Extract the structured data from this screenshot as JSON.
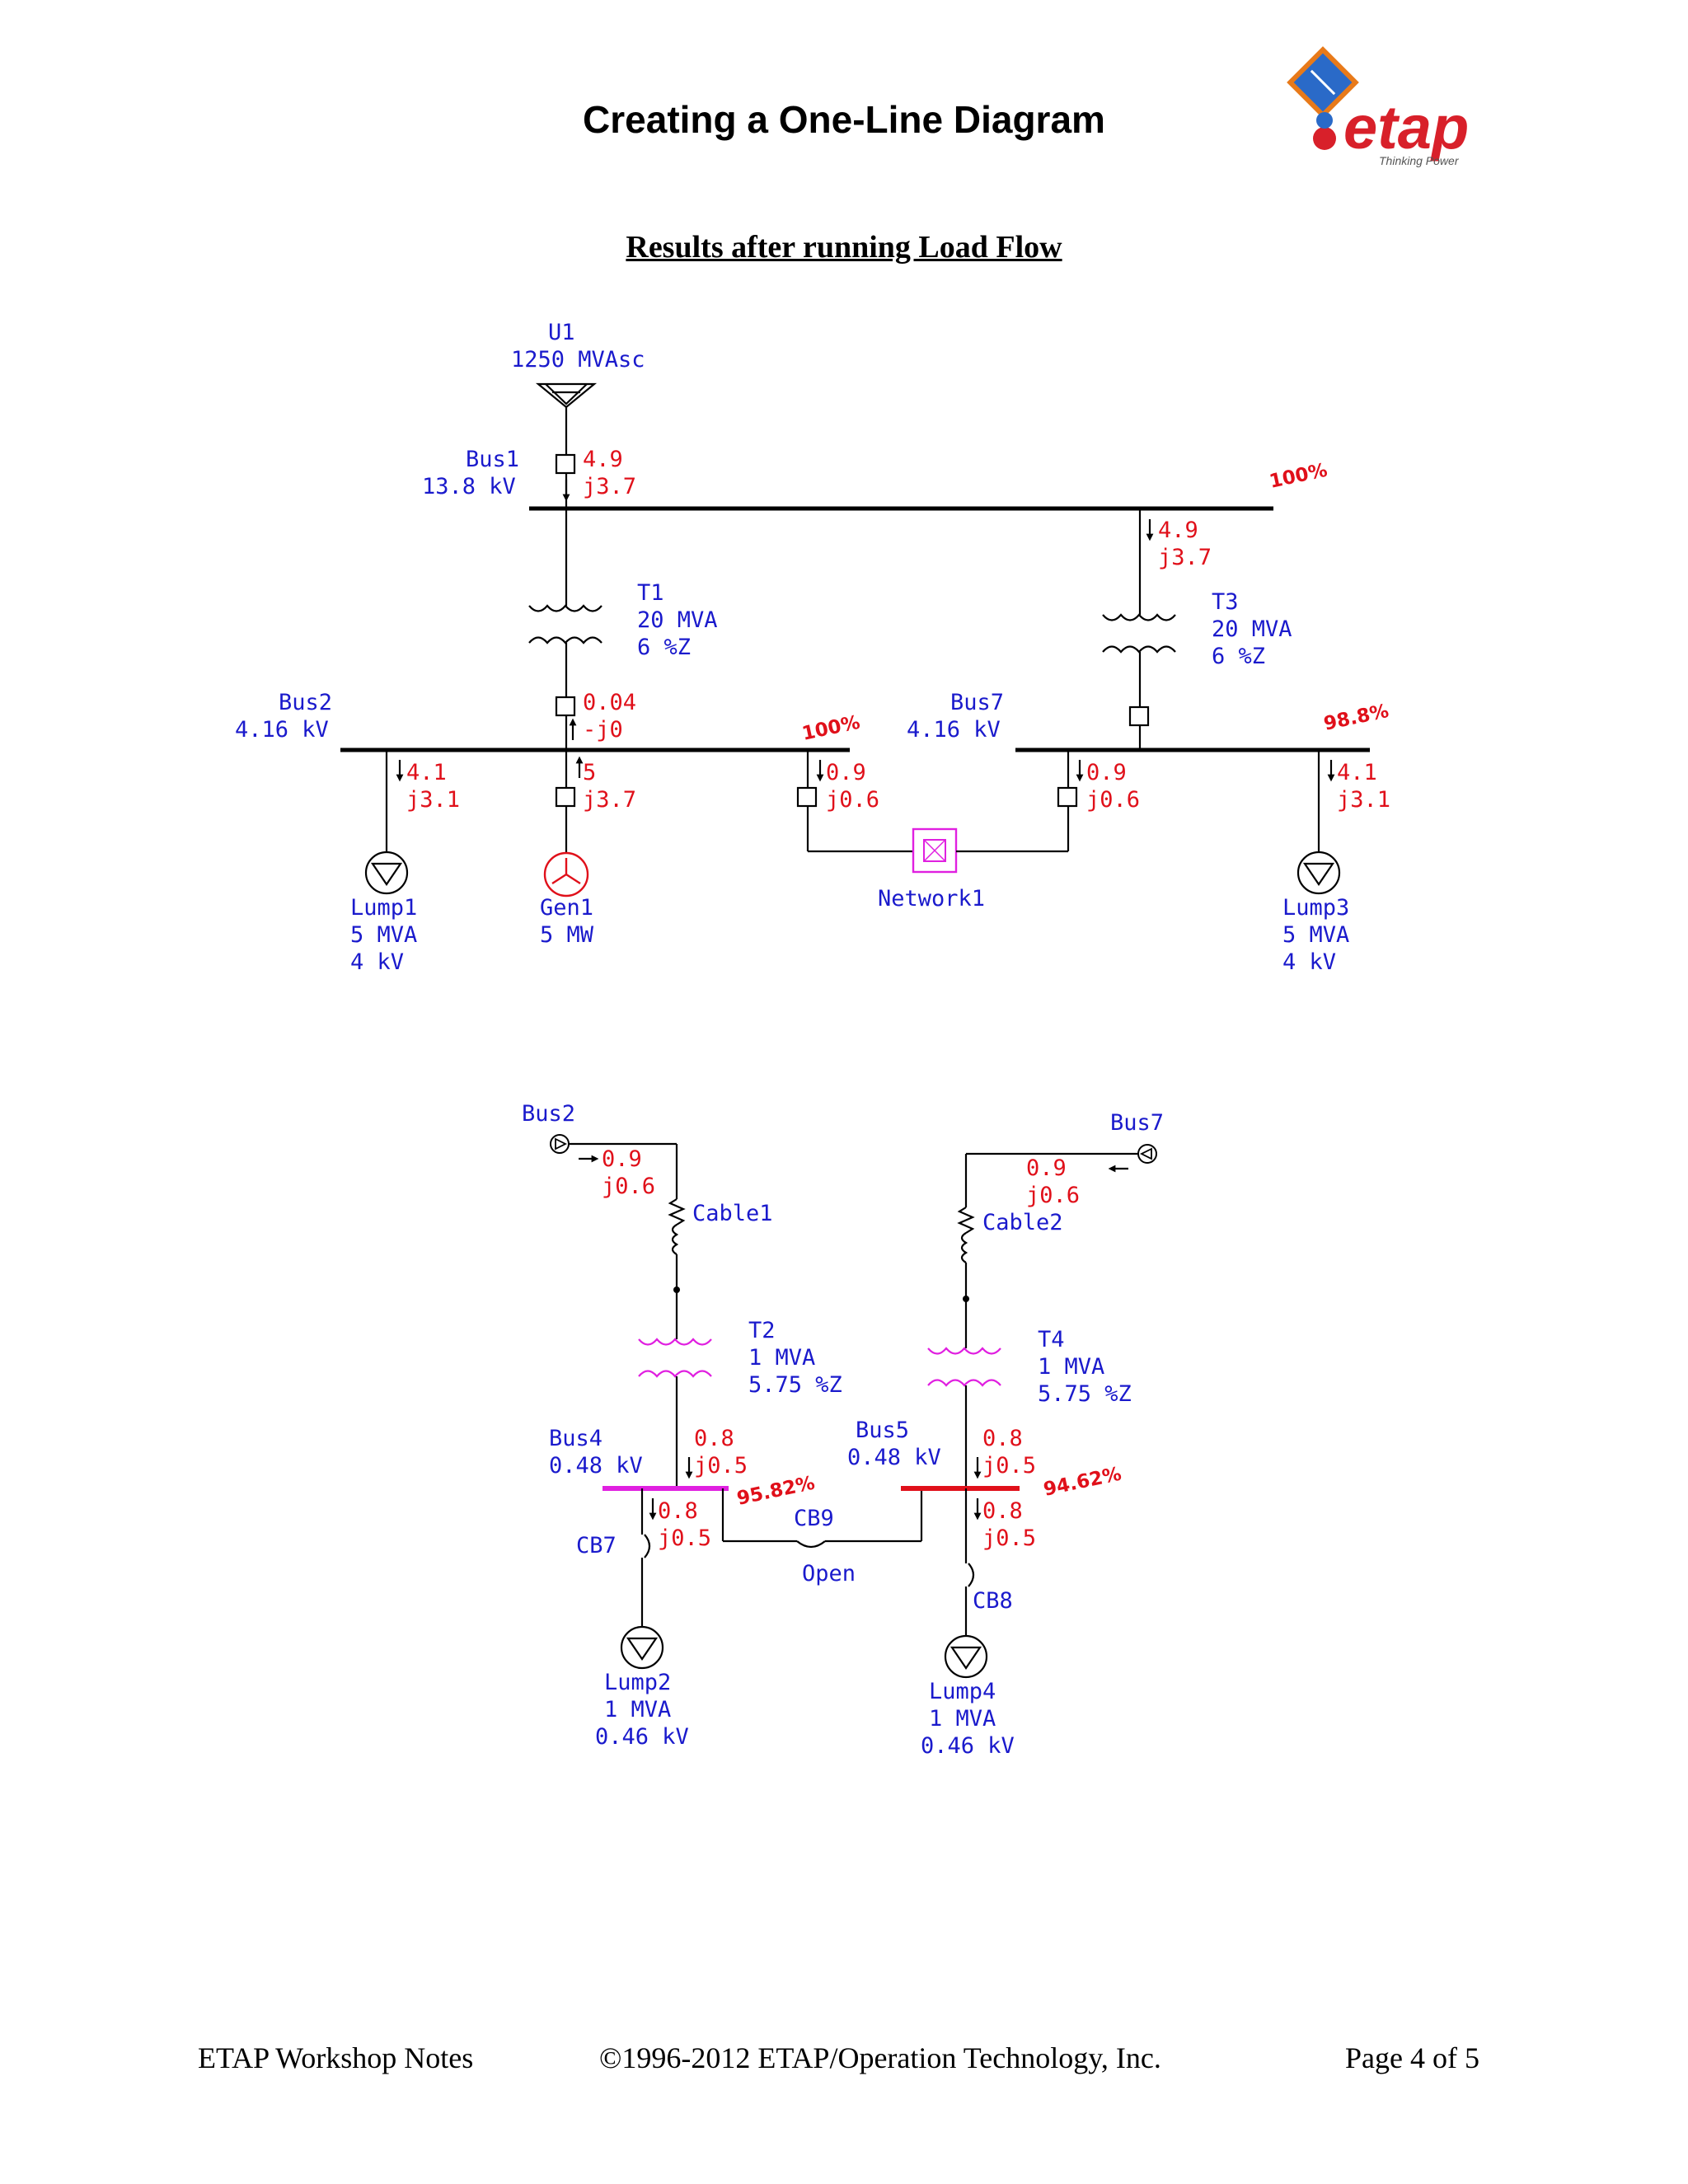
{
  "page": {
    "title": "Creating a One-Line Diagram",
    "subtitle": "Results after running Load Flow",
    "logo_text": "etap",
    "logo_tagline": "Thinking Power"
  },
  "footer": {
    "left": "ETAP Workshop Notes",
    "center": "©1996-2012 ETAP/Operation Technology, Inc.",
    "right": "Page 4 of 5"
  },
  "colors": {
    "label": "#1a1acc",
    "value": "#e0101a",
    "magenta": "#e020e0",
    "bus4": "#e020e0",
    "bus5": "#e0101a"
  },
  "diagram": {
    "u1": {
      "name": "U1",
      "rating": "1250 MVAsc"
    },
    "bus1": {
      "name": "Bus1",
      "kv": "13.8 kV",
      "pct": "100%"
    },
    "u1_flow": {
      "p": "4.9",
      "q": "j3.7"
    },
    "t3_flow": {
      "p": "4.9",
      "q": "j3.7"
    },
    "t1": {
      "name": "T1",
      "mva": "20 MVA",
      "z": "6 %Z"
    },
    "t3": {
      "name": "T3",
      "mva": "20 MVA",
      "z": "6 %Z"
    },
    "bus2": {
      "name": "Bus2",
      "kv": "4.16 kV",
      "pct": "100%"
    },
    "bus7": {
      "name": "Bus7",
      "kv": "4.16 kV",
      "pct": "98.8%"
    },
    "t1_flow": {
      "p": "0.04",
      "q": "-j0"
    },
    "lump1_flow": {
      "p": "4.1",
      "q": "j3.1"
    },
    "gen1_flow": {
      "p": "5",
      "q": "j3.7"
    },
    "net_left_flow": {
      "p": "0.9",
      "q": "j0.6"
    },
    "net_right_flow": {
      "p": "0.9",
      "q": "j0.6"
    },
    "lump3_flow": {
      "p": "4.1",
      "q": "j3.1"
    },
    "lump1": {
      "name": "Lump1",
      "mva": "5 MVA",
      "kv": "4 kV"
    },
    "gen1": {
      "name": "Gen1",
      "mw": "5 MW"
    },
    "network1": {
      "name": "Network1"
    },
    "lump3": {
      "name": "Lump3",
      "mva": "5 MVA",
      "kv": "4 kV"
    },
    "n_bus2": {
      "name": "Bus2"
    },
    "n_bus7": {
      "name": "Bus7"
    },
    "cable1_flow": {
      "p": "0.9",
      "q": "j0.6"
    },
    "cable2_flow": {
      "p": "0.9",
      "q": "j0.6"
    },
    "cable1": {
      "name": "Cable1"
    },
    "cable2": {
      "name": "Cable2"
    },
    "t2": {
      "name": "T2",
      "mva": "1 MVA",
      "z": "5.75 %Z"
    },
    "t4": {
      "name": "T4",
      "mva": "1 MVA",
      "z": "5.75 %Z"
    },
    "bus4": {
      "name": "Bus4",
      "kv": "0.48 kV",
      "pct": "95.82%"
    },
    "bus5": {
      "name": "Bus5",
      "kv": "0.48 kV",
      "pct": "94.62%"
    },
    "t2_flow": {
      "p": "0.8",
      "q": "j0.5"
    },
    "t4_flow": {
      "p": "0.8",
      "q": "j0.5"
    },
    "lump2_flow": {
      "p": "0.8",
      "q": "j0.5"
    },
    "lump4_flow": {
      "p": "0.8",
      "q": "j0.5"
    },
    "cb7": {
      "name": "CB7"
    },
    "cb8": {
      "name": "CB8"
    },
    "cb9": {
      "name": "CB9",
      "status": "Open"
    },
    "lump2": {
      "name": "Lump2",
      "mva": "1 MVA",
      "kv": "0.46 kV"
    },
    "lump4": {
      "name": "Lump4",
      "mva": "1 MVA",
      "kv": "0.46 kV"
    }
  }
}
